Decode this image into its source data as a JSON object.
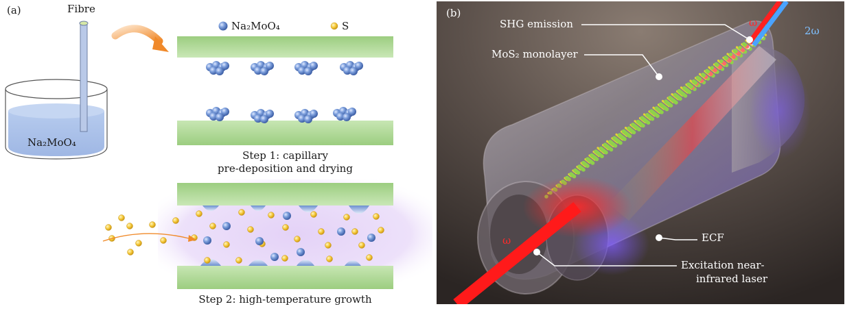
{
  "panel_a": {
    "label": "(a)",
    "fibre": "Fibre",
    "beaker_label": "Na₂MoO₄",
    "legend_na": "Na₂MoO₄",
    "legend_s": "S",
    "step1_line1": "Step 1: capillary",
    "step1_line2": "pre-deposition and drying",
    "step2": "Step 2: high-temperature growth"
  },
  "panel_b": {
    "label": "(b)",
    "shg": "SHG emission",
    "mos2": "MoS₂ monolayer",
    "omega_top": "ω",
    "two_omega": "2ω",
    "omega_bottom": "ω",
    "ecf": "ECF",
    "laser_line1": "Excitation near-",
    "laser_line2": "infrared laser"
  },
  "colors": {
    "green_plate": "#a9d48f",
    "molecule_blue": "#5f86c8",
    "sulfur_yellow": "#f2c131",
    "laser_red": "#ff1a1a",
    "shg_blue": "#4aa3ff"
  }
}
